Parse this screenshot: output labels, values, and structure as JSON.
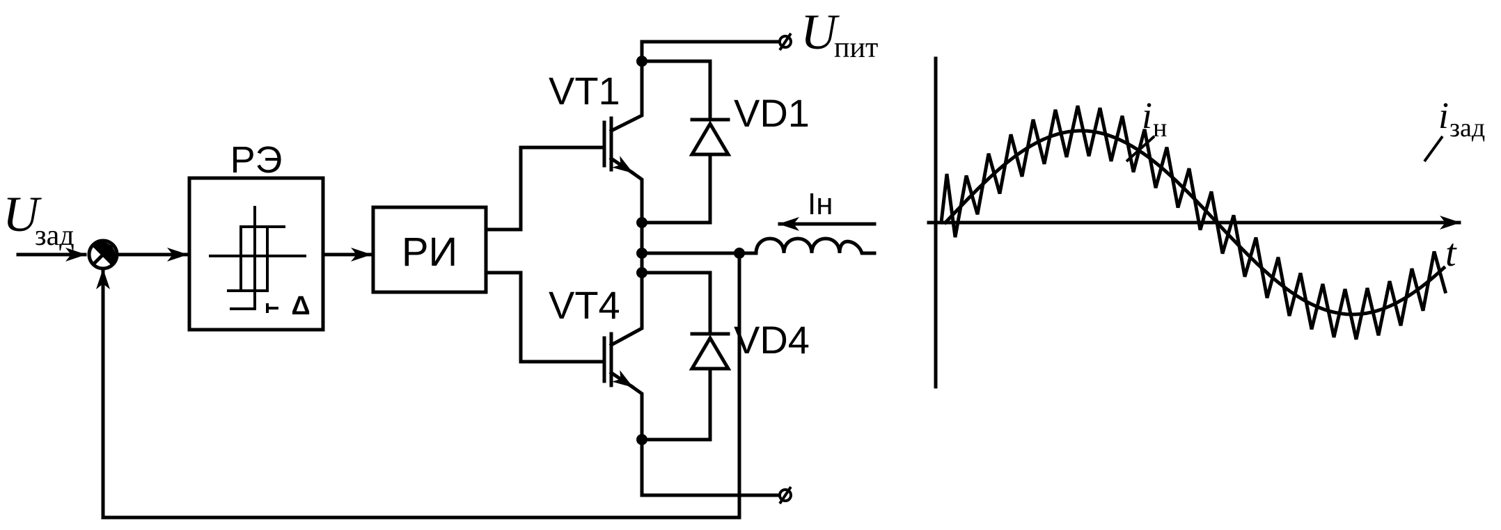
{
  "circuit": {
    "u_zad": {
      "main": "U",
      "sub": "зад"
    },
    "u_pit": {
      "main": "U",
      "sub": "пит"
    },
    "relay_element": "РЭ",
    "relay_delta": "Δ",
    "pulse_distributor": "РИ",
    "vt_upper": "VT1",
    "vt_lower": "VT4",
    "vd_upper": "VD1",
    "vd_lower": "VD4",
    "load_current": "Iн"
  },
  "waveform": {
    "actual_label": {
      "main": "i",
      "sub": "н"
    },
    "reference_label": {
      "main": "i",
      "sub": "зад"
    },
    "time_label": "t"
  },
  "colors": {
    "ink": "#000000",
    "background": "#ffffff"
  }
}
